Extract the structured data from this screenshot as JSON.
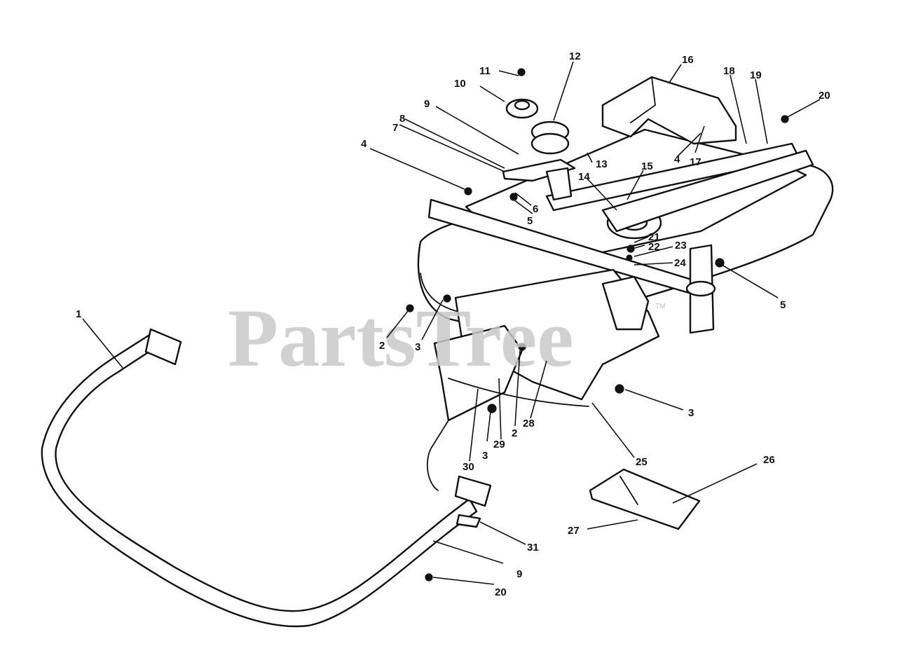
{
  "watermark": {
    "text": "PartsTree",
    "mark": "TM"
  },
  "callouts": [
    {
      "id": "c1",
      "text": "1"
    },
    {
      "id": "c2a",
      "text": "2"
    },
    {
      "id": "c2b",
      "text": "2"
    },
    {
      "id": "c3a",
      "text": "3"
    },
    {
      "id": "c3b",
      "text": "3"
    },
    {
      "id": "c3c",
      "text": "3"
    },
    {
      "id": "c4a",
      "text": "4"
    },
    {
      "id": "c4b",
      "text": "4"
    },
    {
      "id": "c5a",
      "text": "5"
    },
    {
      "id": "c5b",
      "text": "5"
    },
    {
      "id": "c6",
      "text": "6"
    },
    {
      "id": "c7",
      "text": "7"
    },
    {
      "id": "c8",
      "text": "8"
    },
    {
      "id": "c9a",
      "text": "9"
    },
    {
      "id": "c9b",
      "text": "9"
    },
    {
      "id": "c10",
      "text": "10"
    },
    {
      "id": "c11",
      "text": "11"
    },
    {
      "id": "c12",
      "text": "12"
    },
    {
      "id": "c13",
      "text": "13"
    },
    {
      "id": "c14",
      "text": "14"
    },
    {
      "id": "c15",
      "text": "15"
    },
    {
      "id": "c16",
      "text": "16"
    },
    {
      "id": "c17",
      "text": "17"
    },
    {
      "id": "c18",
      "text": "18"
    },
    {
      "id": "c19",
      "text": "19"
    },
    {
      "id": "c20a",
      "text": "20"
    },
    {
      "id": "c20b",
      "text": "20"
    },
    {
      "id": "c21",
      "text": "21"
    },
    {
      "id": "c22",
      "text": "22"
    },
    {
      "id": "c23",
      "text": "23"
    },
    {
      "id": "c24",
      "text": "24"
    },
    {
      "id": "c25",
      "text": "25"
    },
    {
      "id": "c26",
      "text": "26"
    },
    {
      "id": "c27",
      "text": "27"
    },
    {
      "id": "c28",
      "text": "28"
    },
    {
      "id": "c29",
      "text": "29"
    },
    {
      "id": "c30",
      "text": "30"
    },
    {
      "id": "c31",
      "text": "31"
    }
  ]
}
